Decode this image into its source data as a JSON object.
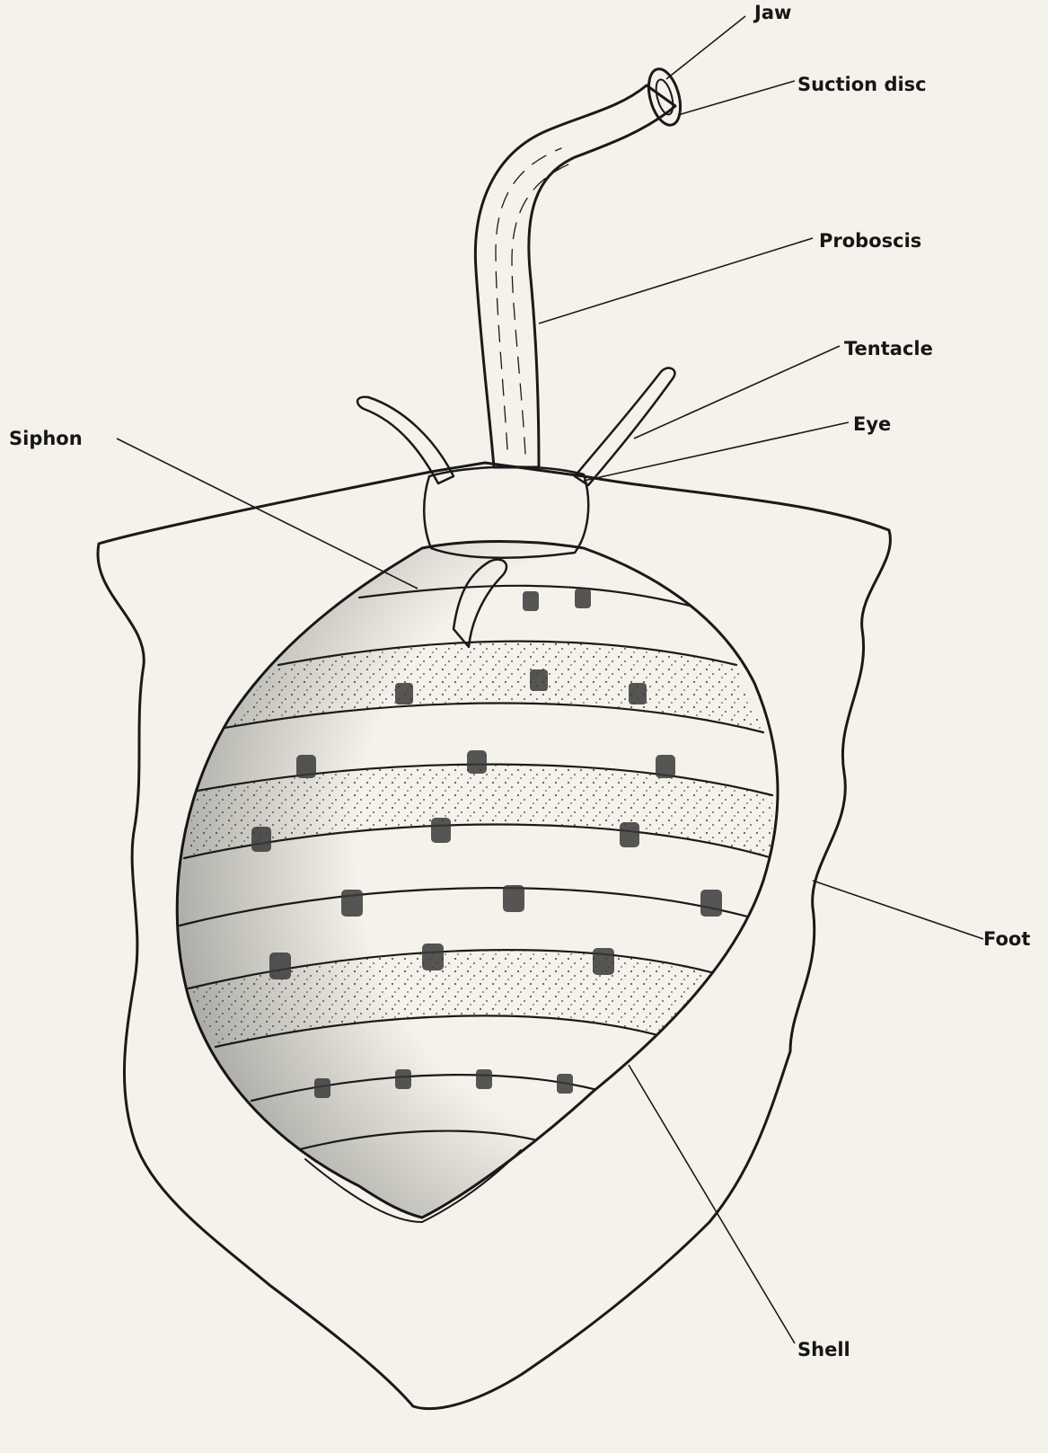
{
  "labels": {
    "jaw": "Jaw",
    "suction_disc": "Suction disc",
    "proboscis": "Proboscis",
    "tentacle": "Tentacle",
    "eye": "Eye",
    "siphon": "Siphon",
    "foot": "Foot",
    "shell": "Shell"
  },
  "colors": {
    "paper": "#f4f2ea",
    "ink": "#1a1a1a"
  }
}
